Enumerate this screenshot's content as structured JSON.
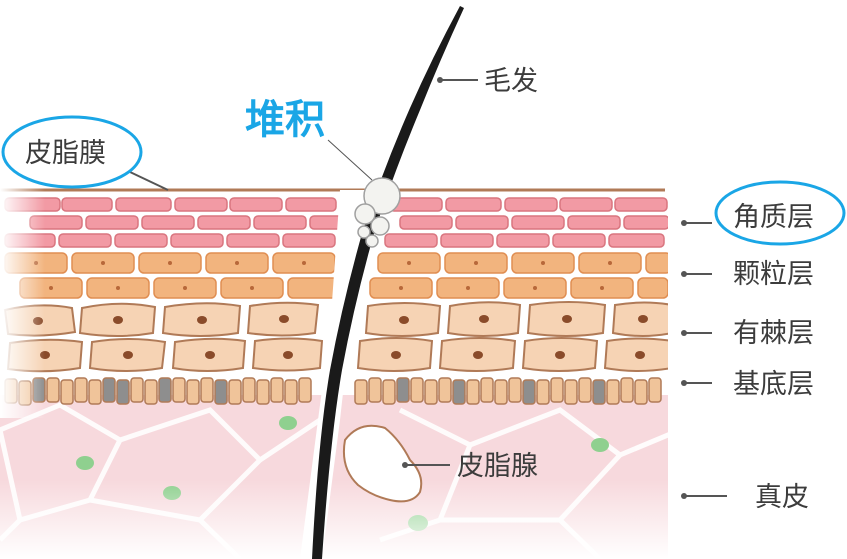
{
  "labels": {
    "hair": "毛发",
    "accumulation": "堆积",
    "sebum_film": "皮脂膜",
    "stratum_corneum": "角质层",
    "stratum_granulosum": "颗粒层",
    "stratum_spinosum": "有棘层",
    "stratum_basale": "基底层",
    "sebaceous_gland": "皮脂腺",
    "dermis": "真皮"
  },
  "colors": {
    "accent_blue": "#1aa6e6",
    "corneum": "#f29aa4",
    "granulosum": "#f2b47e",
    "spinosum": "#f6d3b4",
    "basale": "#f0c49a",
    "basale_dark": "#8e8e8e",
    "dermis": "#f7d9dd",
    "oil_dots": "#8fd08f",
    "hair": "#1a1a1a"
  }
}
